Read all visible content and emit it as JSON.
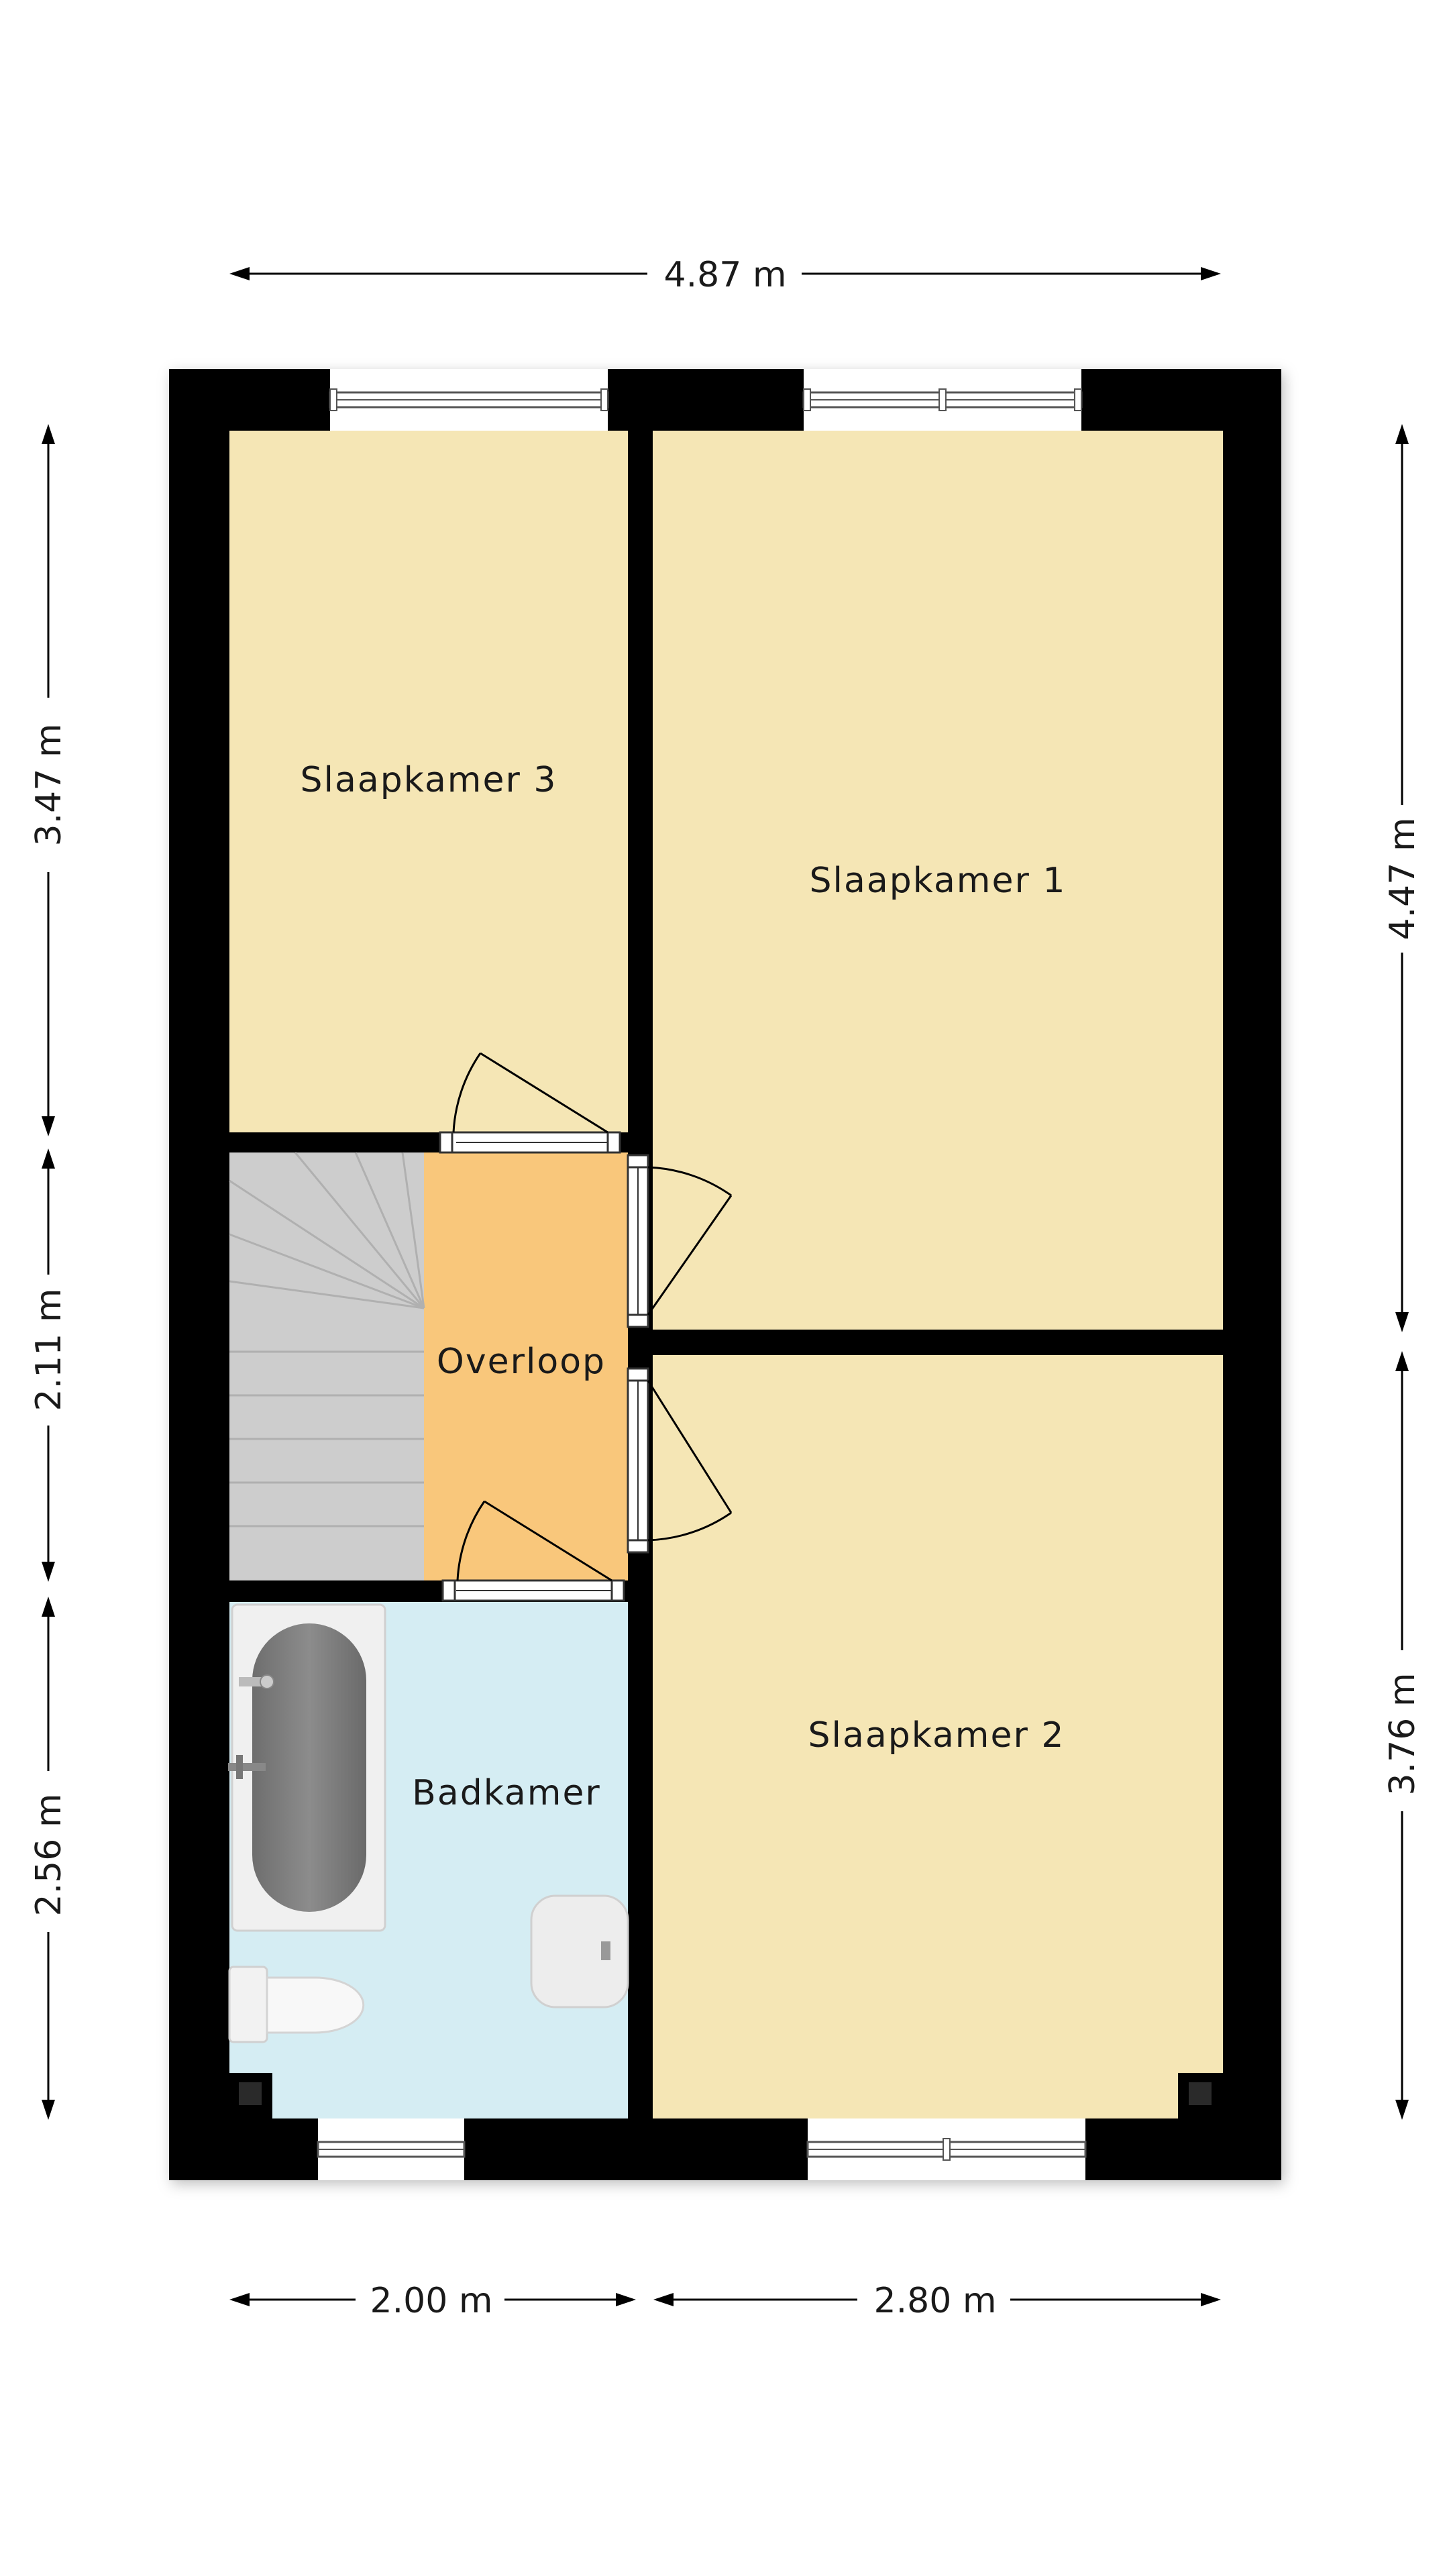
{
  "rooms": {
    "slaapkamer3": "Slaapkamer 3",
    "slaapkamer1": "Slaapkamer 1",
    "overloop": "Overloop",
    "slaapkamer2": "Slaapkamer 2",
    "badkamer": "Badkamer"
  },
  "dimensions": {
    "top_width": "4.87 m",
    "bottom_left": "2.00 m",
    "bottom_right": "2.80 m",
    "left_top": "3.47 m",
    "left_middle": "2.11 m",
    "left_bottom": "2.56 m",
    "right_top": "4.47 m",
    "right_bottom": "3.76 m"
  },
  "colors": {
    "wall": "#000000",
    "bedroom": "#f5e6b5",
    "landing": "#f9c77b",
    "bathroom": "#d5edf3",
    "stairs": "#c8c8c8"
  }
}
